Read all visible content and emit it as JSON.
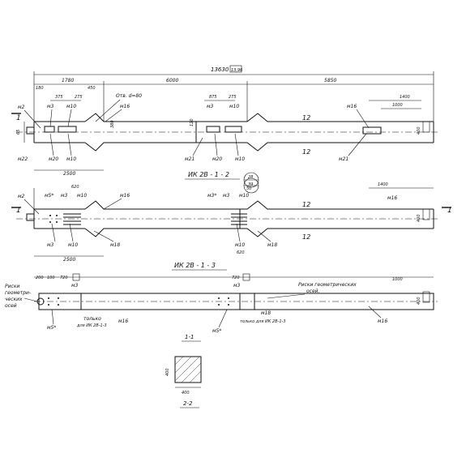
{
  "dimensions": {
    "total": "13630",
    "total_tag": "13,96",
    "d1780": "1780",
    "d6000": "6000",
    "d5850": "5850",
    "d180": "180",
    "d375": "375",
    "d275": "275",
    "d450": "450",
    "d875": "875",
    "d275b": "275",
    "d1400": "1400",
    "d1000": "1000",
    "d2500": "2500",
    "d400": "400",
    "d380": "380",
    "d120": "120",
    "d65": "65",
    "d_620": "620",
    "d_50": "50",
    "d2500b": "2500",
    "d1400b": "1400",
    "d200": "200",
    "d100": "100",
    "d720": "720",
    "d720b": "720",
    "d1000b": "1000",
    "d400sec": "400",
    "d400sec_v": "400",
    "d_620b": "620"
  },
  "marks": {
    "m2": "м2",
    "m3": "м3",
    "m10": "м10",
    "m16": "м16",
    "m20": "м20",
    "m21": "м21",
    "m22": "м22",
    "m3a": "м3*",
    "m5a": "м5*",
    "m18": "м18",
    "m5b": "м5*"
  },
  "notes": {
    "hole": "Отв. d=80",
    "ref_top": "28",
    "ref_bottom": "39",
    "section_1_1": "1-1",
    "section_2_2": "2-2",
    "rig_a1": "Риски",
    "rig_a2": "геометри-",
    "rig_a3": "ческих",
    "rig_a4": "осей",
    "rig_b1": "Риски геометрических",
    "rig_b2": "осей.",
    "only_a": "только",
    "only_b": "для ИК 2В-1-3",
    "only_c": "только для ИК 2В-1-3",
    "label_12": "12",
    "label_1": "1",
    "label_2": "2",
    "tag_5": "5",
    "tag_4": "4"
  },
  "titles": {
    "t1": "ИК 2В - 1 - 2",
    "t2": "ИК 2В - 1 - 3"
  }
}
